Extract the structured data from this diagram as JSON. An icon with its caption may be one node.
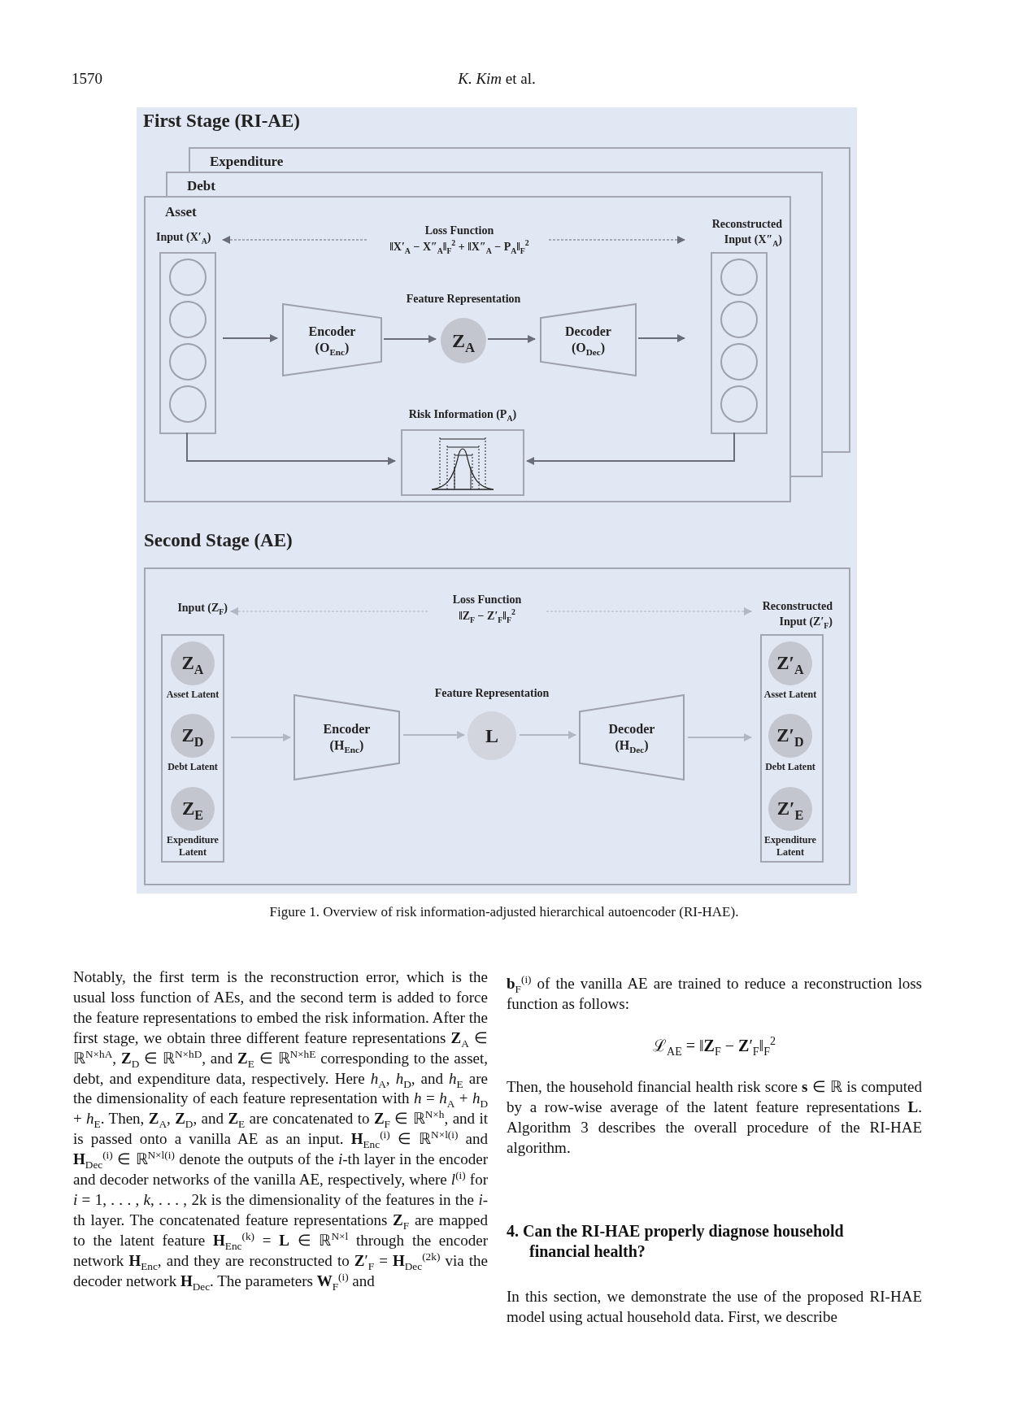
{
  "diagram": {
    "caption": "Figure 1. Overview of risk information-adjusted hierarchical autoencoder (RI-HAE).",
    "nodes": [
      {
        "text": [
          "First Stage (RI-AE)"
        ]
      },
      {
        "text": [
          "Expenditure"
        ],
        "in": 0
      },
      {
        "text": [
          "Debt"
        ],
        "in": 0
      },
      {
        "text": [
          "Asset"
        ],
        "in": 0
      },
      {
        "text": [
          "Input (X′$_{A}$)"
        ],
        "in": 3
      },
      {
        "text": [],
        "shape": "circle",
        "in": 4
      },
      {
        "text": [],
        "shape": "circle",
        "in": 4
      },
      {
        "text": [],
        "shape": "circle",
        "in": 4
      },
      {
        "text": [],
        "shape": "circle",
        "in": 4
      },
      {
        "text": [
          "Encoder (O$_{Enc}$)"
        ],
        "in": 3
      },
      {
        "text": [
          "Z$_{A}$"
        ],
        "beside": [
          "Feature Representation"
        ],
        "in": 3
      },
      {
        "text": [
          "Decoder (O$_{Dec}$)"
        ],
        "in": 3
      },
      {
        "text": [
          "Reconstructed Input (X″$_{A}$)"
        ],
        "in": 3
      },
      {
        "text": [],
        "shape": "circle",
        "in": 12
      },
      {
        "text": [],
        "shape": "circle",
        "in": 12
      },
      {
        "text": [],
        "shape": "circle",
        "in": 12
      },
      {
        "text": [],
        "shape": "circle",
        "in": 12
      },
      {
        "text": [
          "Risk Information (P$_{A}$)"
        ],
        "in": 3
      },
      {
        "text": [
          "Loss Function",
          "‖X′$_{A}$ − X″$_{A}$‖$_{F}$$^{2}$ + ‖X″$_{A}$ − P$_{A}$‖$_{F}$$^{2}$"
        ],
        "in": 3
      },
      {
        "text": [
          "Second Stage (AE)"
        ]
      },
      {
        "text": [
          "Input (Z$_{F}$)"
        ],
        "in": 19
      },
      {
        "text": [
          "Z$_{A}$"
        ],
        "beside": [
          "Asset Latent"
        ],
        "in": 20
      },
      {
        "text": [
          "Z$_{D}$"
        ],
        "beside": [
          "Debt Latent"
        ],
        "in": 20
      },
      {
        "text": [
          "Z$_{E}$"
        ],
        "beside": [
          "Expenditure Latent"
        ],
        "in": 20
      },
      {
        "text": [
          "Encoder (H$_{Enc}$)"
        ],
        "in": 19
      },
      {
        "text": [
          "L"
        ],
        "beside": [
          "Feature Representation"
        ],
        "in": 19
      },
      {
        "text": [
          "Decoder (H$_{Dec}$)"
        ],
        "in": 19
      },
      {
        "text": [
          "Reconstructed Input (Z′$_{F}$)"
        ],
        "in": 19
      },
      {
        "text": [
          "Z′$_{A}$"
        ],
        "beside": [
          "Asset Latent"
        ],
        "in": 27
      },
      {
        "text": [
          "Z′$_{D}$"
        ],
        "beside": [
          "Debt Latent"
        ],
        "in": 27
      },
      {
        "text": [
          "Z′$_{E}$"
        ],
        "beside": [
          "Expenditure Latent"
        ],
        "in": 27
      },
      {
        "text": [
          "Loss Function",
          "‖Z$_{F}$ − Z′$_{F}$‖$_{F}$$^{2}$"
        ],
        "in": 19
      }
    ],
    "edges": [
      {
        "from": 18,
        "to": 4,
        "arrow": "to",
        "style": "dashed"
      },
      {
        "from": 18,
        "to": 12,
        "arrow": "to",
        "style": "dashed"
      },
      {
        "from": 4,
        "to": 9,
        "arrow": "to"
      },
      {
        "from": 9,
        "to": 10,
        "arrow": "to"
      },
      {
        "from": 10,
        "to": 11,
        "arrow": "to"
      },
      {
        "from": 11,
        "to": 12,
        "arrow": "to"
      },
      {
        "from": 4,
        "to": 17,
        "arrow": "to"
      },
      {
        "from": 12,
        "to": 17,
        "arrow": "to"
      },
      {
        "from": 31,
        "to": 20,
        "arrow": "to",
        "style": "dashed",
        "color": "#b3b7c3"
      },
      {
        "from": 31,
        "to": 27,
        "arrow": "to",
        "style": "dashed",
        "color": "#b3b7c3"
      },
      {
        "from": 20,
        "to": 24,
        "arrow": "to",
        "color": "#b3b7c3"
      },
      {
        "from": 24,
        "to": 25,
        "arrow": "to",
        "color": "#b3b7c3"
      },
      {
        "from": 25,
        "to": 26,
        "arrow": "to",
        "color": "#b3b7c3"
      },
      {
        "from": 26,
        "to": 27,
        "arrow": "to",
        "color": "#b3b7c3"
      }
    ],
    "labels": [
      "1570",
      "*K. Kim* et al.",
      "Notably, the first term is the reconstruction error, which is the usual loss function of AEs, and the second term is added to force the feature representations to embed the risk information. After the first stage, we obtain three different feature representations **Z**$_{A}$ ∈ ℝ$^{N×hA}$, **Z**$_{D}$ ∈ ℝ$^{N×hD}$, and **Z**$_{E}$ ∈ ℝ$^{N×hE}$ corresponding to the asset, debt, and expenditure data, respectively. Here *h*$_{A}$, *h*$_{D}$, and *h*$_{E}$ are the dimensionality of each feature representation with *h* = *h*$_{A}$ + *h*$_{D}$ + *h*$_{E}$. Then, **Z**$_{A}$, **Z**$_{D}$, and **Z**$_{E}$ are concatenated to **Z**$_{F}$ ∈ ℝ$^{N×h}$, and it is passed onto a vanilla AE as an input. **H**$_{Enc}$$^{(i)}$ ∈ ℝ$^{N×l(i)}$ and **H**$_{Dec}$$^{(i)}$ ∈ ℝ$^{N×l(i)}$ denote the outputs of the *i*-th layer in the encoder and decoder networks of the vanilla AE, respectively, where *l*$^{(i)}$ for *i* = 1, . . . , *k*, . . . , 2k is the dimensionality of the features in the *i*-th layer. The concatenated feature representations **Z**$_{F}$ are mapped to the latent feature **H**$_{Enc}$$^{(k)}$ = **L** ∈ ℝ$^{N×l}$ through the encoder network **H**$_{Enc}$, and they are reconstructed to **Z**′$_{F}$ = **H**$_{Dec}$$^{(2k)}$ via the decoder network **H**$_{Dec}$. The parameters **W**$_{F}$$^{(i)}$ and",
      "**b**$_{F}$$^{(i)}$ of the vanilla AE are trained to reduce a reconstruction loss function as follows:",
      "ℒ$_{AE}$ = ‖**Z**$_{F}$ − **Z**′$_{F}$‖$_{F}$$^{2}$",
      "Then, the household financial health risk score **s** ∈ ℝ is computed by a row-wise average of the latent feature representations **L**. Algorithm 3 describes the overall procedure of the RI-HAE algorithm.",
      "4. Can the RI-HAE properly diagnose household financial health?",
      "In this section, we demonstrate the use of the proposed RI-HAE model using actual household data. First, we describe"
    ]
  }
}
